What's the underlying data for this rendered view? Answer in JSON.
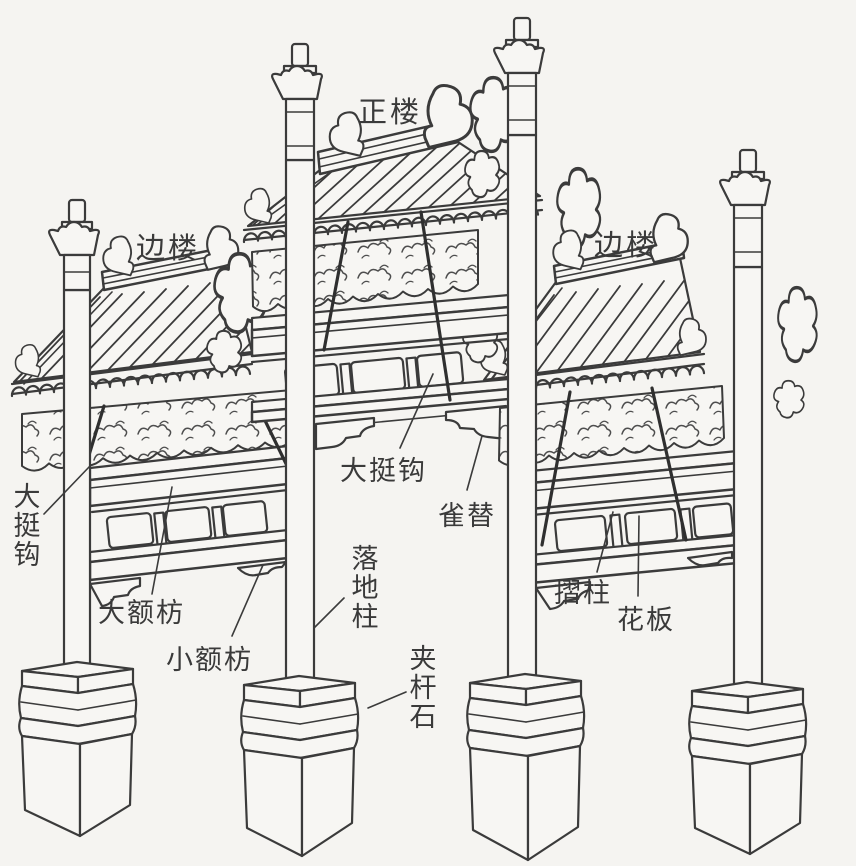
{
  "figure": {
    "kind": "architectural line drawing",
    "subject": "Chinese pailou (memorial archway) structural diagram with part labels",
    "ink_color": "#3b3b3b",
    "paper_color": "#f5f4f1",
    "labels": {
      "main_tower": "正楼",
      "side_tower_left": "边楼",
      "side_tower_right": "边楼",
      "large_hook_left": "大挺钩",
      "large_hook_center": "大挺钩",
      "large_lintel": "大额枋",
      "small_lintel": "小额枋",
      "ground_column": "落地柱",
      "clamp_stone": "夹杆石",
      "sparrow_brace": "雀替",
      "fold_post": "摺柱",
      "flower_panel": "花板"
    }
  }
}
